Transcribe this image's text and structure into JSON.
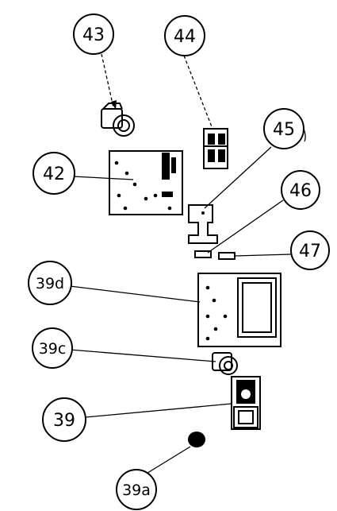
{
  "diagram": {
    "callouts": [
      {
        "id": "43",
        "label": "43"
      },
      {
        "id": "44",
        "label": "44"
      },
      {
        "id": "45",
        "label": "45"
      },
      {
        "id": "42",
        "label": "42"
      },
      {
        "id": "46",
        "label": "46"
      },
      {
        "id": "47",
        "label": "47"
      },
      {
        "id": "39d",
        "label": "39d"
      },
      {
        "id": "39c",
        "label": "39c"
      },
      {
        "id": "39",
        "label": "39"
      },
      {
        "id": "39a",
        "label": "39a"
      }
    ]
  }
}
